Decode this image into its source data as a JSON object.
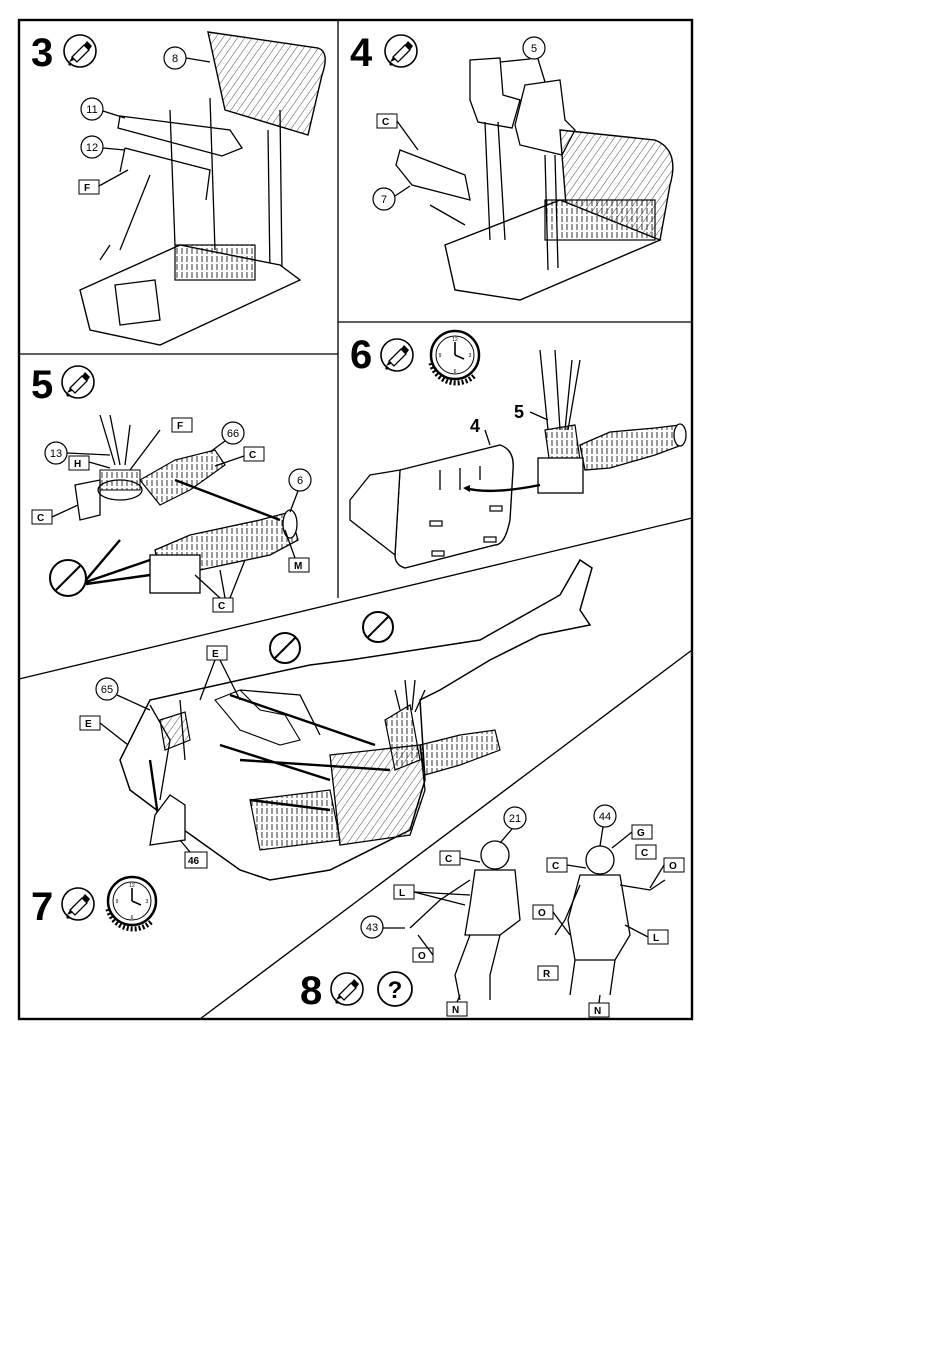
{
  "steps": [
    {
      "number": "3",
      "icons": [
        "glue-icon"
      ],
      "callouts": [
        "8",
        "11",
        "12"
      ],
      "labels": [
        "F"
      ]
    },
    {
      "number": "4",
      "icons": [
        "glue-icon"
      ],
      "callouts": [
        "5",
        "7"
      ],
      "labels": [
        "C"
      ]
    },
    {
      "number": "5",
      "icons": [
        "glue-icon"
      ],
      "callouts": [
        "13",
        "66",
        "6"
      ],
      "labels": [
        "F",
        "H",
        "C",
        "C",
        "M",
        "C"
      ]
    },
    {
      "number": "6",
      "icons": [
        "glue-icon",
        "clock-icon"
      ],
      "parts": [
        "4",
        "5"
      ]
    },
    {
      "number": "7",
      "icons": [
        "glue-icon",
        "clock-icon"
      ],
      "callouts": [
        "65"
      ],
      "labels": [
        "E",
        "E"
      ],
      "part_box": "46"
    },
    {
      "number": "8",
      "icons": [
        "glue-icon",
        "question-icon"
      ],
      "callouts": [
        "21",
        "44",
        "43"
      ],
      "labels": [
        "G",
        "C",
        "C",
        "C",
        "O",
        "L",
        "L",
        "O",
        "O",
        "R",
        "N",
        "N"
      ]
    }
  ]
}
